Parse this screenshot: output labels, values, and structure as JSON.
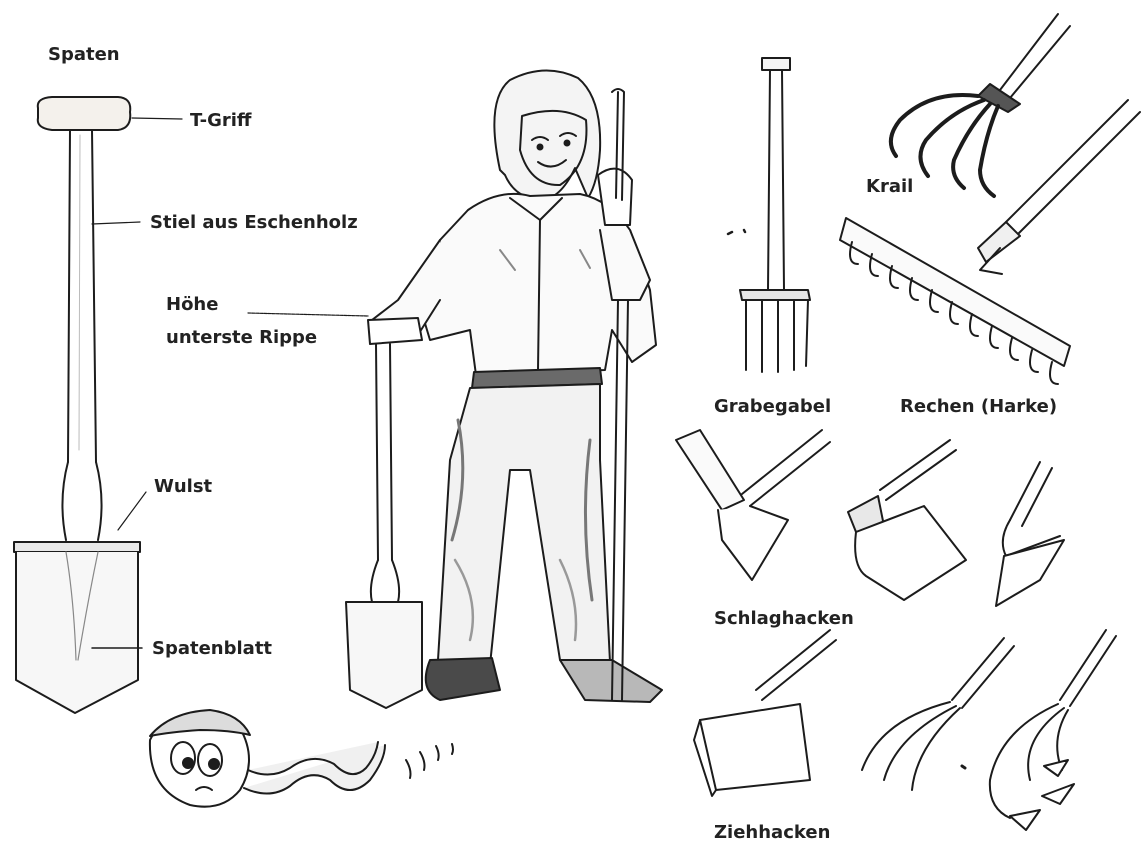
{
  "labels": {
    "spaten": "Spaten",
    "t_griff": "T-Griff",
    "stiel": "Stiel aus Eschenholz",
    "hoehe_line1": "Höhe",
    "hoehe_line2": "unterste Rippe",
    "wulst": "Wulst",
    "spatenblatt": "Spatenblatt",
    "grabegabel": "Grabegabel",
    "krail": "Krail",
    "rechen": "Rechen (Harke)",
    "schlaghacken": "Schlaghacken",
    "ziehhacken": "Ziehhacken"
  },
  "colors": {
    "ink": "#1c1c1c",
    "wood": "#f4f1ec",
    "shadow": "#7a7a7a"
  }
}
